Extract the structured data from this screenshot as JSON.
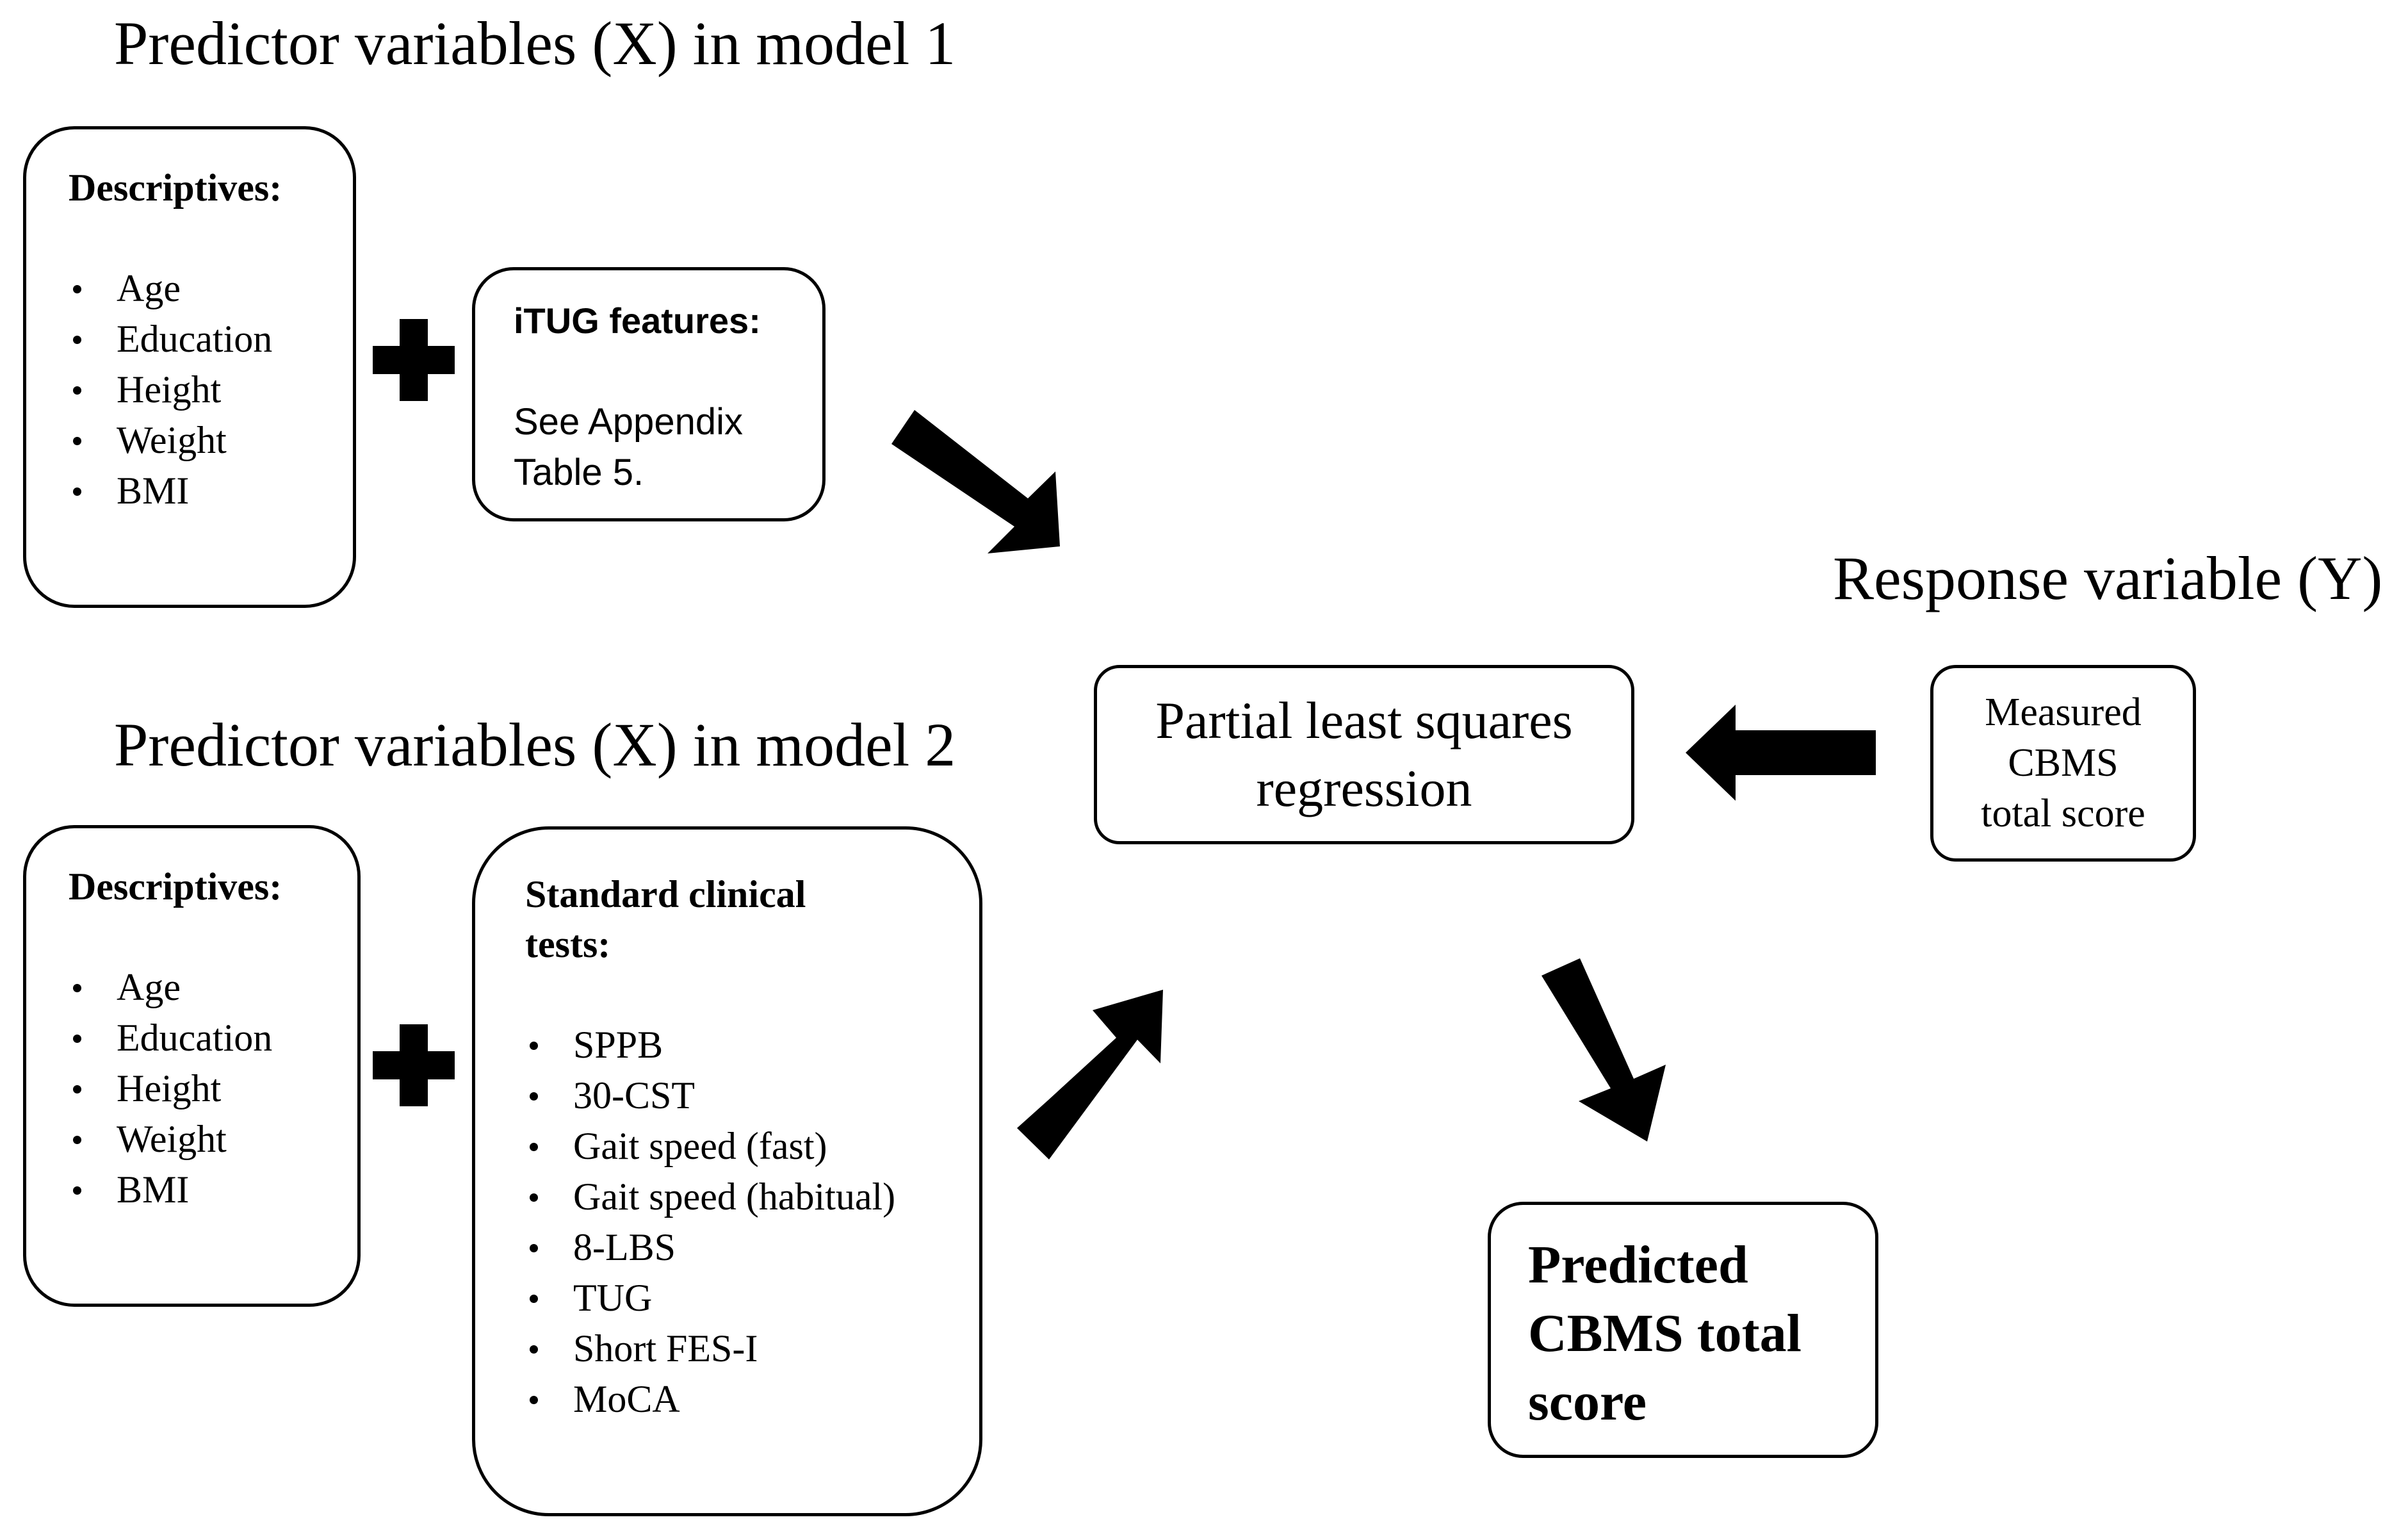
{
  "model1": {
    "title": "Predictor variables (X) in model 1",
    "descriptives": {
      "heading": "Descriptives:",
      "items": [
        "Age",
        "Education",
        "Height",
        "Weight",
        "BMI"
      ]
    },
    "itug": {
      "heading": "iTUG features:",
      "text_line1": "See Appendix",
      "text_line2": "Table 5."
    }
  },
  "model2": {
    "title": "Predictor variables (X) in model 2",
    "descriptives": {
      "heading": "Descriptives:",
      "items": [
        "Age",
        "Education",
        "Height",
        "Weight",
        "BMI"
      ]
    },
    "clinical": {
      "heading_line1": "Standard clinical",
      "heading_line2": "tests:",
      "items": [
        "SPPB",
        "30-CST",
        "Gait speed (fast)",
        "Gait speed (habitual)",
        "8-LBS",
        "TUG",
        "Short FES-I",
        "MoCA"
      ]
    }
  },
  "pls": {
    "line1": "Partial least squares",
    "line2": "regression"
  },
  "response": {
    "title": "Response variable (Y)",
    "box": {
      "line1": "Measured",
      "line2": "CBMS",
      "line3": "total score"
    }
  },
  "predicted": {
    "line1": "Predicted",
    "line2": "CBMS total",
    "line3": "score"
  }
}
